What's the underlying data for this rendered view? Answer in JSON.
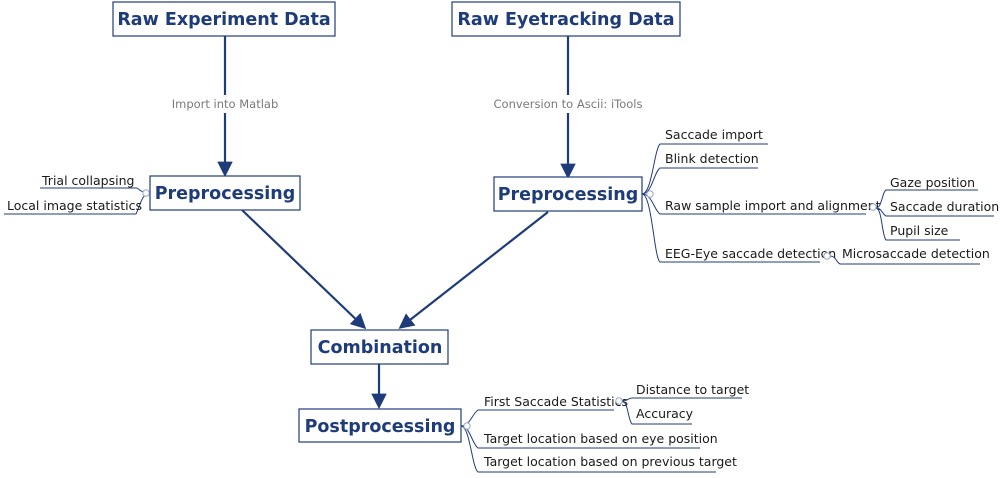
{
  "colors": {
    "box_border": "#1f3c7a",
    "box_text": "#1f3c7a",
    "arrow": "#1f3c7a",
    "branch_line": "#1f3c7a",
    "edge_label": "#7a7a7a",
    "collapse_toggle": "#9aa6c8"
  },
  "nodes": {
    "raw_experiment": "Raw Experiment Data",
    "raw_eyetracking": "Raw Eyetracking Data",
    "preprocessing_left": "Preprocessing",
    "preprocessing_right": "Preprocessing",
    "combination": "Combination",
    "postprocessing": "Postprocessing"
  },
  "edges": {
    "import_matlab": "Import into Matlab",
    "conversion_ascii": "Conversion to Ascii: iTools"
  },
  "branches": {
    "pre_left": [
      "Trial collapsing",
      "Local image statistics"
    ],
    "pre_right": [
      "Saccade import",
      "Blink detection",
      "Raw sample import and alignment",
      "EEG-Eye saccade detection"
    ],
    "raw_sample_children": [
      "Gaze position",
      "Saccade duration",
      "Pupil size"
    ],
    "eeg_eye_children": [
      "Microsaccade detection"
    ],
    "post": [
      "First Saccade Statistics",
      "Target location based on eye position",
      "Target location based on previous target"
    ],
    "first_saccade_children": [
      "Distance to target",
      "Accuracy"
    ]
  }
}
